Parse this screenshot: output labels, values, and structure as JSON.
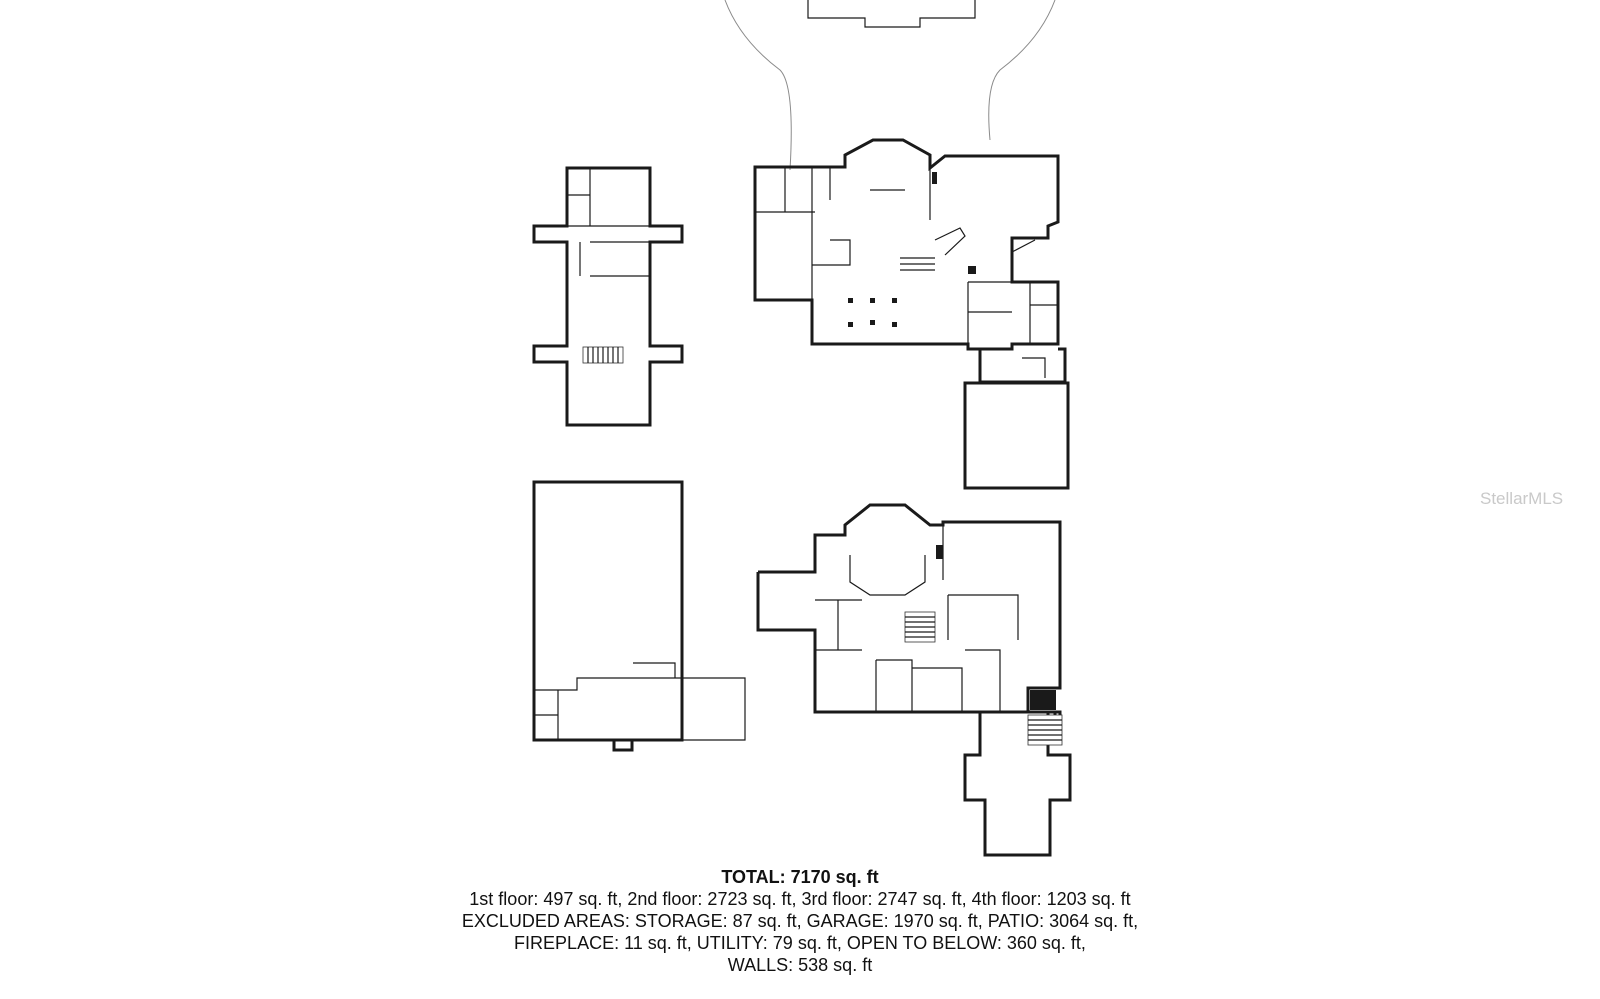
{
  "summary": {
    "total": "TOTAL: 7170 sq. ft",
    "line1": "1st floor: 497 sq. ft, 2nd floor: 2723 sq. ft, 3rd floor: 2747 sq. ft, 4th floor: 1203 sq. ft",
    "line2": "EXCLUDED AREAS: STORAGE: 87 sq. ft, GARAGE: 1970 sq. ft, PATIO: 3064 sq. ft,",
    "line3": "FIREPLACE: 11 sq. ft, UTILITY: 79 sq. ft, OPEN TO BELOW: 360 sq. ft,",
    "line4": "WALLS: 538 sq. ft"
  },
  "watermark": "StellarMLS",
  "colors": {
    "wall": "#1a1a1a",
    "text": "#111111",
    "watermark": "#c9c9c9"
  }
}
